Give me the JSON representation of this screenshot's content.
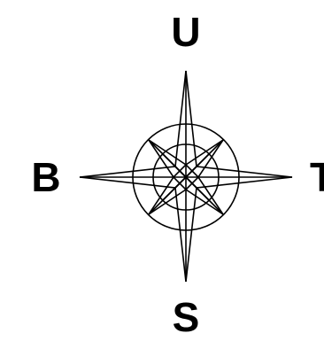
{
  "compass": {
    "labels": {
      "north": "U",
      "south": "S",
      "west": "B",
      "east": "T"
    },
    "colors": {
      "ink": "#000000",
      "background": "#ffffff"
    }
  }
}
